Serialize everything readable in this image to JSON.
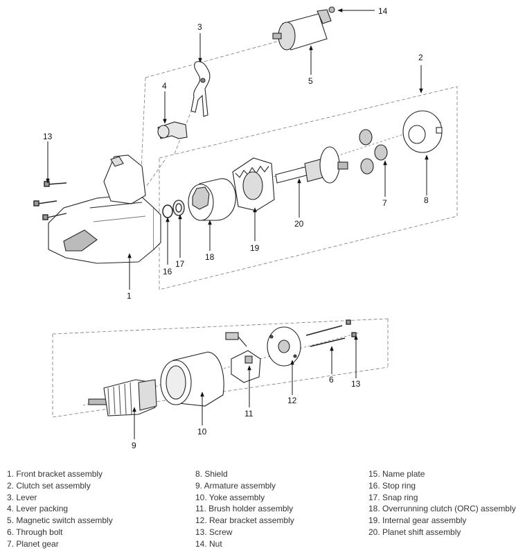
{
  "callouts": [
    "1",
    "2",
    "3",
    "4",
    "5",
    "6",
    "7",
    "8",
    "9",
    "10",
    "11",
    "12",
    "13",
    "14",
    "16",
    "17",
    "18",
    "19",
    "20",
    "13"
  ],
  "legend": {
    "col1": [
      "1. Front bracket assembly",
      "2. Clutch set assembly",
      "3. Lever",
      "4. Lever packing",
      "5. Magnetic switch assembly",
      "6. Through bolt",
      "7. Planet gear"
    ],
    "col2": [
      "8. Shield",
      "9. Armature assembly",
      "10. Yoke assembly",
      "11. Brush holder assembly",
      "12. Rear bracket assembly",
      "13. Screw",
      "14. Nut"
    ],
    "col3": [
      "15. Name plate",
      "16. Stop ring",
      "17. Snap ring",
      "18. Overrunning clutch (ORC) assembly",
      "19. Internal gear assembly",
      "20. Planet shift assembly"
    ]
  }
}
